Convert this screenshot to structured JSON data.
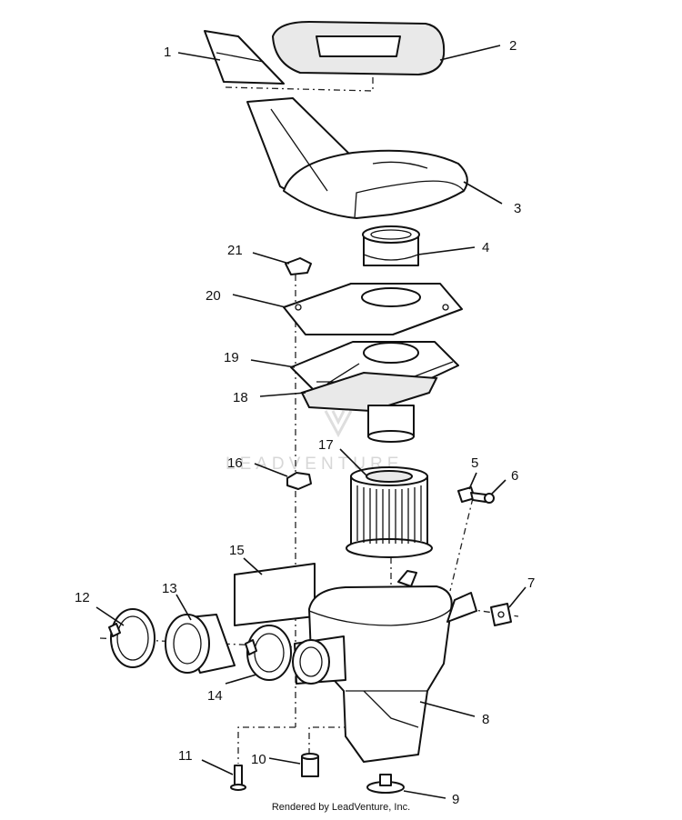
{
  "diagram": {
    "watermark": "LEADVENTURE",
    "footer": "Rendered by LeadVenture, Inc.",
    "callouts": [
      "1",
      "2",
      "3",
      "4",
      "5",
      "6",
      "7",
      "8",
      "9",
      "10",
      "11",
      "12",
      "13",
      "14",
      "15",
      "16",
      "17",
      "18",
      "19",
      "20",
      "21"
    ]
  }
}
